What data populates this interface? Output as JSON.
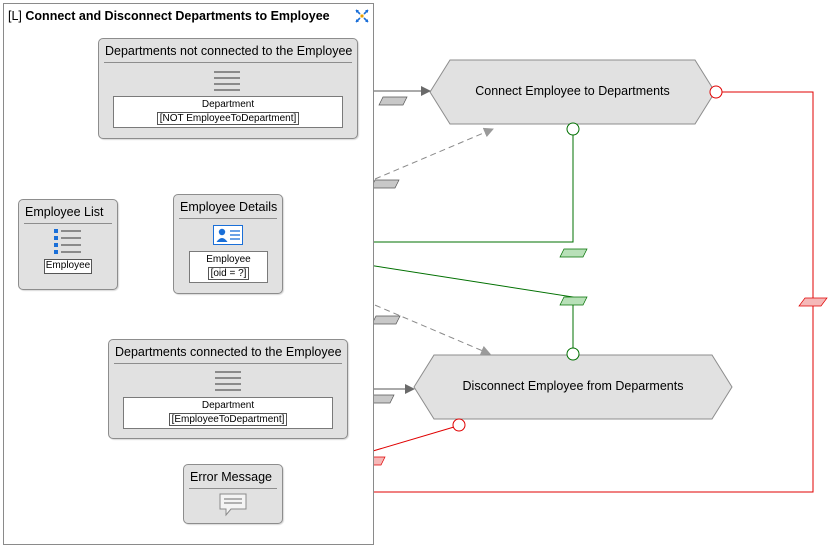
{
  "page": {
    "prefix": "[L]",
    "title": "Connect and Disconnect Departments to Employee",
    "icon": "layout-expand-icon"
  },
  "units": {
    "not_connected": {
      "title": "Departments not connected to the Employee",
      "entity": "Department",
      "condition": "[NOT EmployeeToDepartment]",
      "icon": "multi-choice-list-icon"
    },
    "employee_list": {
      "title": "Employee List",
      "entity": "Employee",
      "icon": "index-list-icon"
    },
    "employee_details": {
      "title": "Employee Details",
      "entity": "Employee",
      "condition": "[oid = ?]",
      "icon": "id-card-icon"
    },
    "connected": {
      "title": "Departments connected to the Employee",
      "entity": "Department",
      "condition": "[EmployeeToDepartment]",
      "icon": "multi-choice-list-icon"
    },
    "error_message": {
      "title": "Error Message",
      "icon": "message-bubble-icon"
    }
  },
  "operations": {
    "connect": {
      "label": "Connect Employee to Departments"
    },
    "disconnect": {
      "label": "Disconnect Employee from Deparments"
    }
  },
  "colors": {
    "unit_fill": "#e1e1e1",
    "unit_border": "#8d8d8d",
    "flow": "#555555",
    "transport": "#8a8a8a",
    "ok_flow": "#007000",
    "ko_flow": "#e00000",
    "param_fill": "#c8c8c8"
  }
}
